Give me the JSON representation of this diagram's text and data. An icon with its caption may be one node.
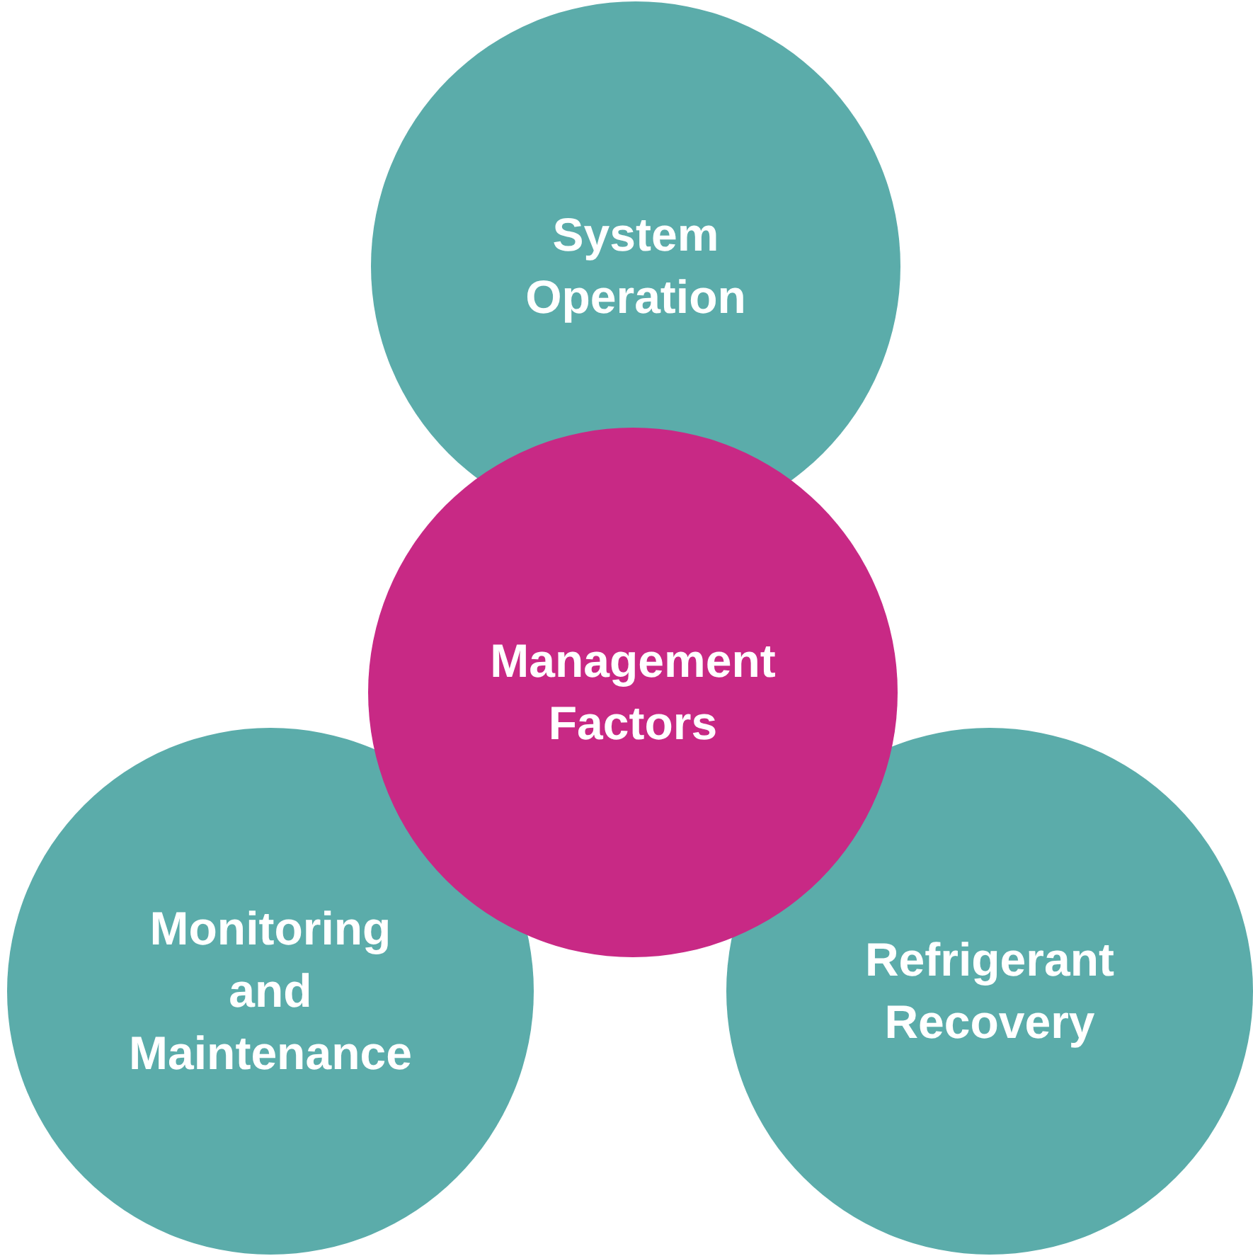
{
  "diagram": {
    "nodes": [
      {
        "text": [
          "System Operation"
        ]
      },
      {
        "text": [
          "Management Factors"
        ]
      },
      {
        "text": [
          "Monitoring and Maintenance"
        ]
      },
      {
        "text": [
          "Refrigerant Recovery"
        ]
      }
    ]
  }
}
